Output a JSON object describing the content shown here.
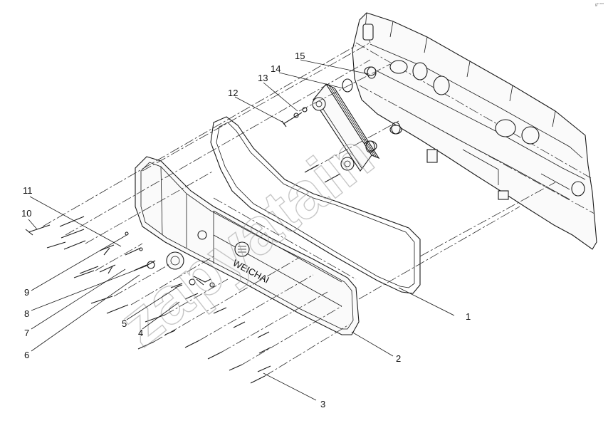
{
  "diagram": {
    "callouts": [
      "1",
      "2",
      "3",
      "4",
      "5",
      "6",
      "7",
      "8",
      "9",
      "10",
      "11",
      "12",
      "13",
      "14",
      "15"
    ],
    "corner_mark": "g° °°°",
    "watermark": "zapyatain",
    "cover_logo": "WEICHAI",
    "colors": {
      "line": "#1a1a1a",
      "paper": "#ffffff",
      "watermark": "#9a9a9a"
    }
  }
}
